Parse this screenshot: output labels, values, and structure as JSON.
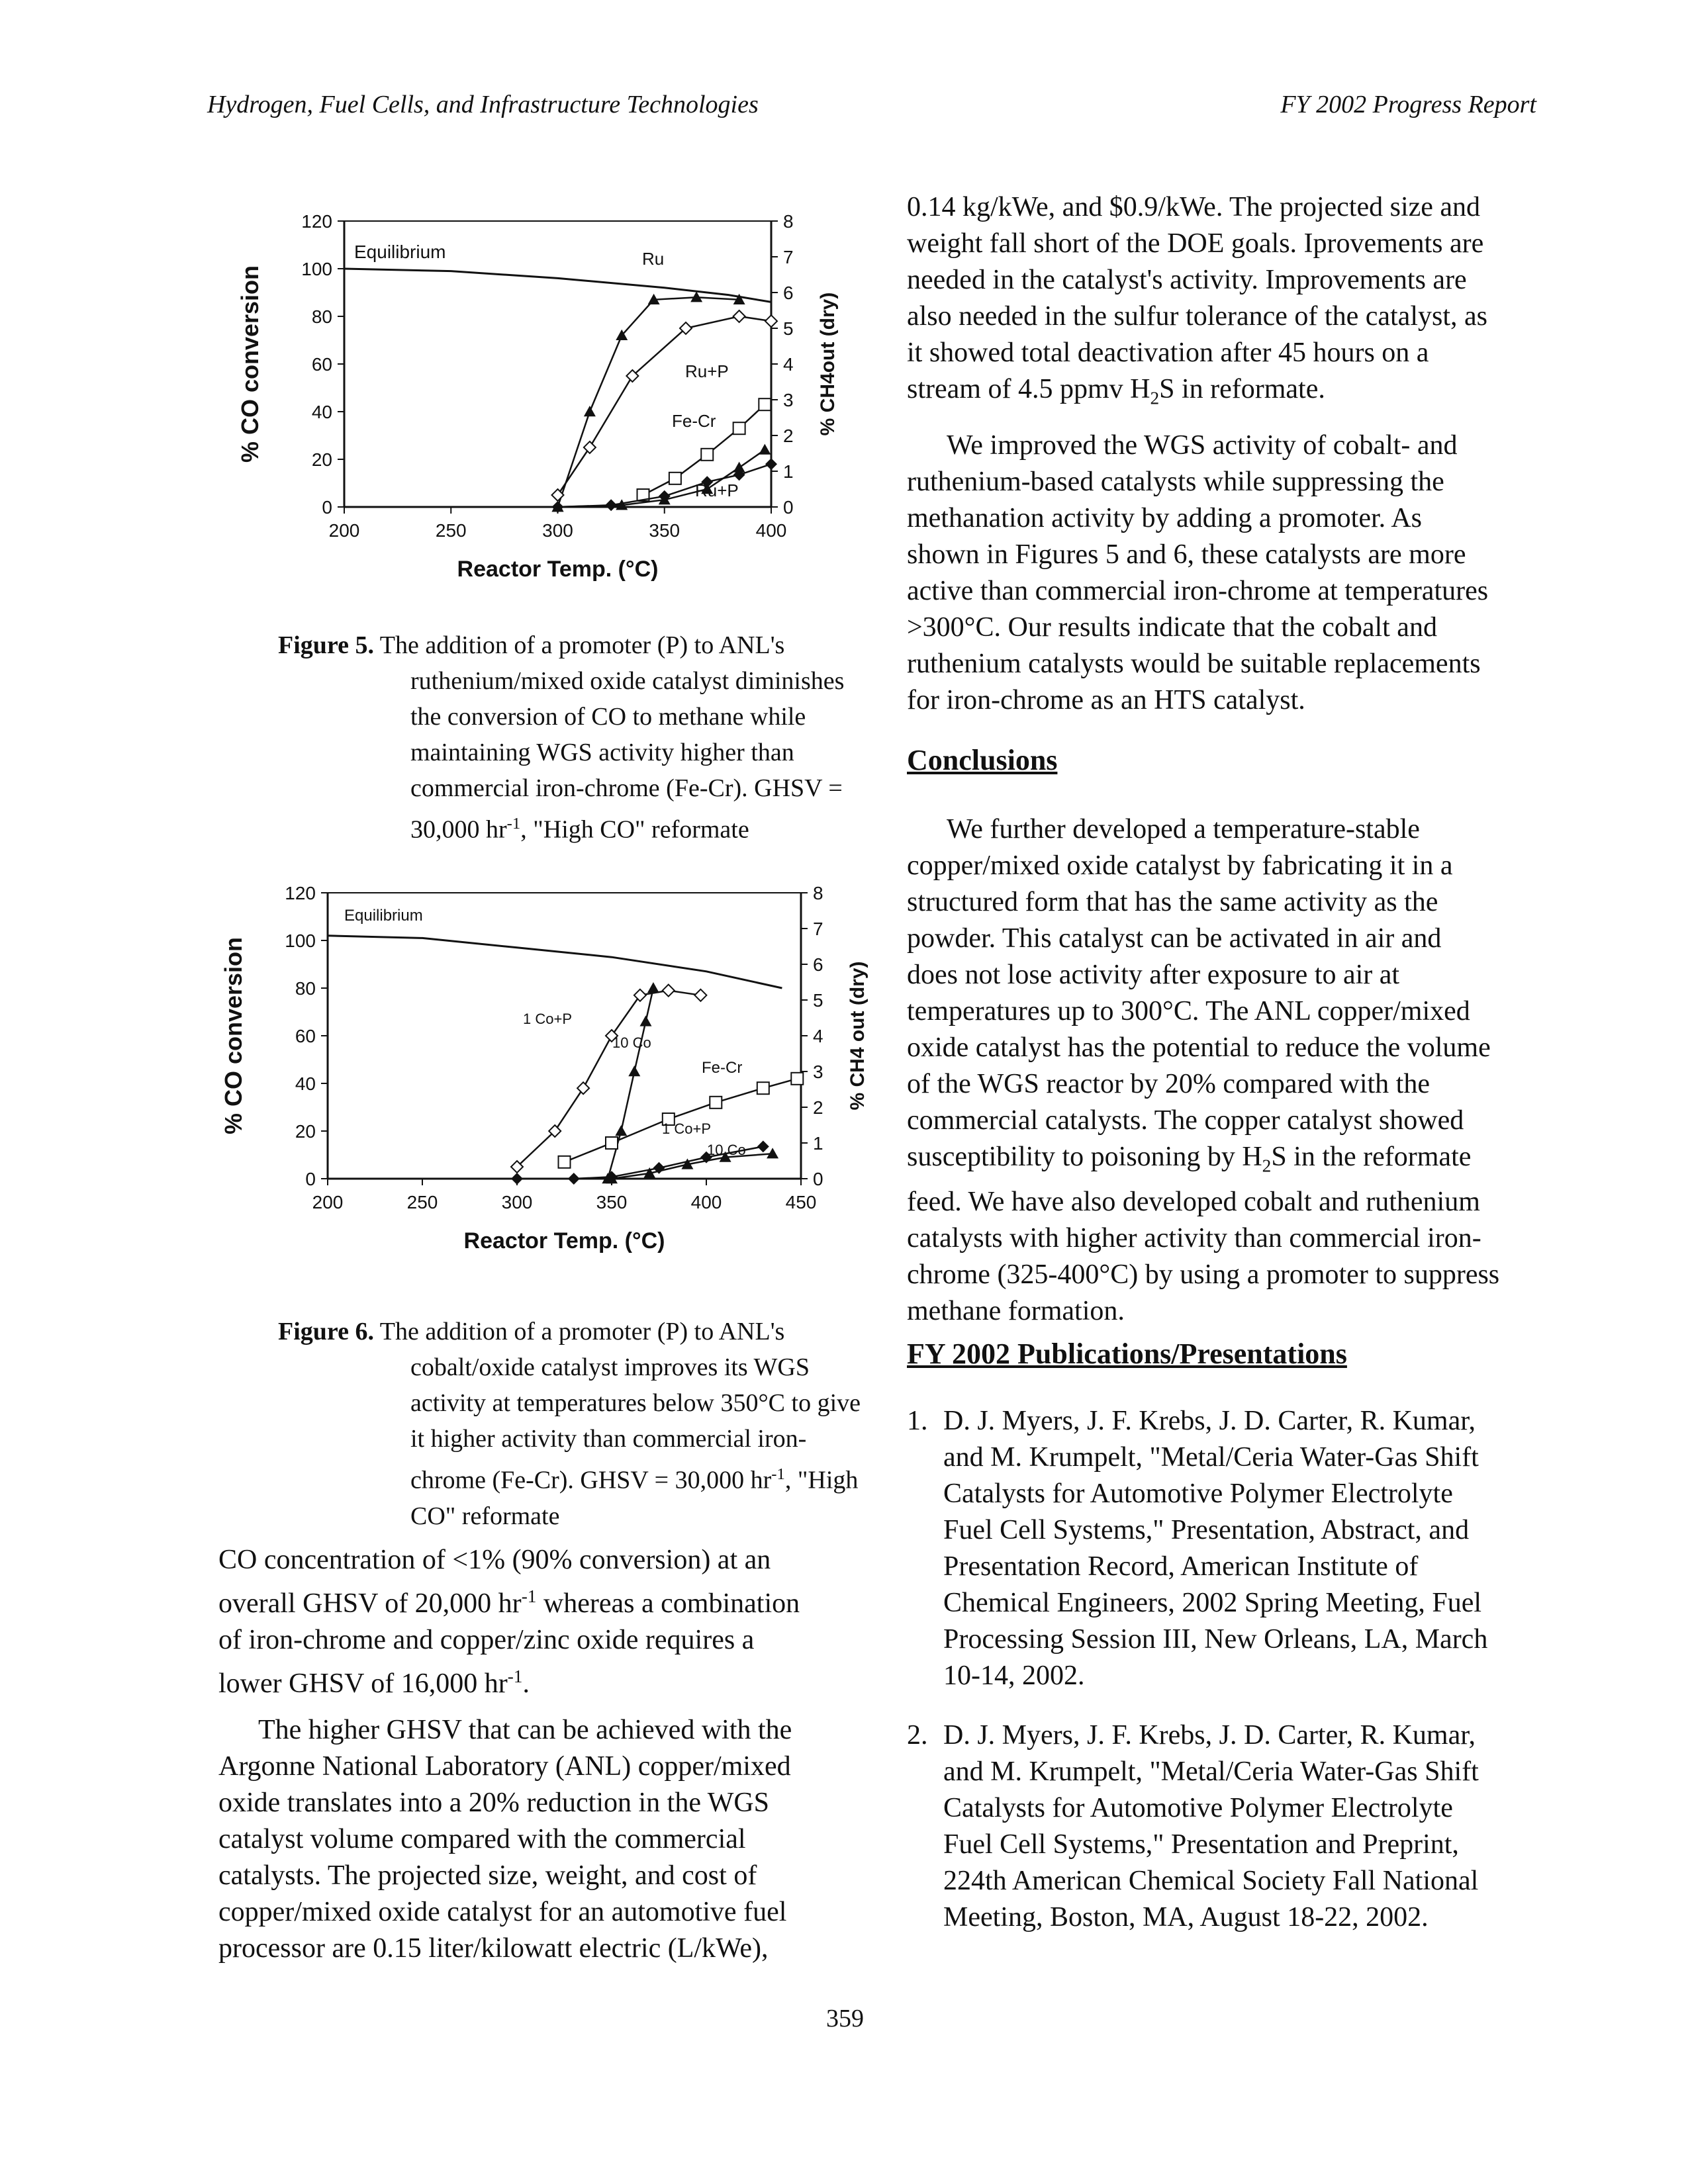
{
  "header": {
    "left": "Hydrogen, Fuel Cells, and Infrastructure Technologies",
    "right": "FY 2002 Progress Report"
  },
  "figure5": {
    "label": "Figure 5.",
    "caption_lines": [
      "The addition of a promoter (P) to ANL's",
      "ruthenium/mixed oxide catalyst diminishes",
      "the conversion of CO to methane while",
      "maintaining WGS activity higher than",
      "commercial iron-chrome (Fe-Cr).  GHSV ="
    ],
    "caption_last_pre": "30,000 hr",
    "caption_last_sup": "-1",
    "caption_last_post": ", \"High CO\" reformate",
    "chart_data": {
      "type": "line",
      "xlabel": "Reactor Temp. (°C)",
      "ylabel": "% CO conversion",
      "y2label": "% CH4out (dry)",
      "xlim": [
        200,
        400
      ],
      "ylim": [
        0,
        120
      ],
      "y2lim": [
        0,
        8
      ],
      "xticks": [
        "200",
        "250",
        "300",
        "350",
        "400"
      ],
      "yticks": [
        "0",
        "20",
        "40",
        "60",
        "80",
        "100",
        "120"
      ],
      "y2ticks": [
        "0",
        "1",
        "2",
        "3",
        "4",
        "5",
        "6",
        "7",
        "8"
      ],
      "series": [
        {
          "name": "Equilibrium",
          "axis": "left",
          "marker": "none",
          "points": [
            [
              200,
              100
            ],
            [
              250,
              99
            ],
            [
              300,
              96
            ],
            [
              350,
              92
            ],
            [
              380,
              89
            ],
            [
              400,
              86
            ]
          ]
        },
        {
          "name": "Ru",
          "axis": "left",
          "marker": "filled-triangle",
          "points": [
            [
              300,
              0
            ],
            [
              315,
              40
            ],
            [
              330,
              72
            ],
            [
              345,
              87
            ],
            [
              365,
              88
            ],
            [
              385,
              87
            ]
          ]
        },
        {
          "name": "Ru+P",
          "axis": "left",
          "marker": "open-diamond",
          "points": [
            [
              300,
              5
            ],
            [
              315,
              25
            ],
            [
              335,
              55
            ],
            [
              360,
              75
            ],
            [
              385,
              80
            ],
            [
              400,
              78
            ]
          ]
        },
        {
          "name": "Fe-Cr",
          "axis": "left",
          "marker": "open-square",
          "points": [
            [
              340,
              5
            ],
            [
              355,
              12
            ],
            [
              370,
              22
            ],
            [
              385,
              33
            ],
            [
              397,
              43
            ]
          ]
        },
        {
          "name": "Ru",
          "axis": "right",
          "marker": "filled-triangle",
          "points": [
            [
              300,
              0
            ],
            [
              330,
              0.05
            ],
            [
              350,
              0.2
            ],
            [
              370,
              0.5
            ],
            [
              385,
              1.1
            ],
            [
              397,
              1.6
            ]
          ]
        },
        {
          "name": "Ru+P",
          "axis": "right",
          "marker": "filled-diamond",
          "points": [
            [
              300,
              0
            ],
            [
              325,
              0.05
            ],
            [
              350,
              0.3
            ],
            [
              370,
              0.7
            ],
            [
              385,
              0.9
            ],
            [
              400,
              1.2
            ]
          ]
        }
      ],
      "annotations": [
        "Equilibrium",
        "Ru",
        "Ru+P",
        "Fe-Cr",
        "Ru+P"
      ]
    }
  },
  "figure6": {
    "label": "Figure 6.",
    "caption_lines": [
      "The addition of a promoter (P) to ANL's",
      "cobalt/oxide catalyst improves its WGS",
      "activity at temperatures below 350°C to give",
      "it higher activity than commercial iron-"
    ],
    "caption_line5_pre": "chrome (Fe-Cr).  GHSV = 30,000 hr",
    "caption_line5_sup": "-1",
    "caption_line5_post": ", \"High",
    "caption_line6": "CO\" reformate",
    "chart_data": {
      "type": "line",
      "xlabel": "Reactor Temp. (°C)",
      "ylabel": "% CO conversion",
      "y2label": "% CH4 out (dry)",
      "xlim": [
        200,
        450
      ],
      "ylim": [
        0,
        120
      ],
      "y2lim": [
        0,
        8
      ],
      "xticks": [
        "200",
        "250",
        "300",
        "350",
        "400",
        "450"
      ],
      "yticks": [
        "0",
        "20",
        "40",
        "60",
        "80",
        "100",
        "120"
      ],
      "y2ticks": [
        "0",
        "1",
        "2",
        "3",
        "4",
        "5",
        "6",
        "7",
        "8"
      ],
      "series": [
        {
          "name": "Equilibrium",
          "axis": "left",
          "marker": "none",
          "points": [
            [
              200,
              102
            ],
            [
              250,
              101
            ],
            [
              300,
              97
            ],
            [
              350,
              93
            ],
            [
              400,
              87
            ],
            [
              440,
              80
            ]
          ]
        },
        {
          "name": "1 Co+P",
          "axis": "left",
          "marker": "open-diamond",
          "points": [
            [
              300,
              5
            ],
            [
              320,
              20
            ],
            [
              335,
              38
            ],
            [
              350,
              60
            ],
            [
              365,
              77
            ],
            [
              380,
              79
            ],
            [
              397,
              77
            ]
          ]
        },
        {
          "name": "10 Co",
          "axis": "left",
          "marker": "filled-triangle",
          "points": [
            [
              348,
              0
            ],
            [
              355,
              20
            ],
            [
              362,
              45
            ],
            [
              368,
              66
            ],
            [
              372,
              80
            ]
          ]
        },
        {
          "name": "Fe-Cr",
          "axis": "left",
          "marker": "open-square",
          "points": [
            [
              325,
              7
            ],
            [
              350,
              15
            ],
            [
              380,
              25
            ],
            [
              405,
              32
            ],
            [
              430,
              38
            ],
            [
              448,
              42
            ]
          ]
        },
        {
          "name": "1 Co+P",
          "axis": "right",
          "marker": "filled-diamond",
          "points": [
            [
              300,
              0
            ],
            [
              330,
              0
            ],
            [
              350,
              0.05
            ],
            [
              375,
              0.3
            ],
            [
              400,
              0.6
            ],
            [
              430,
              0.9
            ]
          ]
        },
        {
          "name": "10 Co",
          "axis": "right",
          "marker": "filled-triangle",
          "points": [
            [
              350,
              0
            ],
            [
              370,
              0.15
            ],
            [
              390,
              0.4
            ],
            [
              410,
              0.6
            ],
            [
              435,
              0.7
            ]
          ]
        }
      ],
      "annotations": [
        "Equilibrium",
        "1 Co+P",
        "10 Co",
        "Fe-Cr",
        "1 Co+P",
        "10 Co"
      ]
    }
  },
  "left_col": {
    "p1_l1": "CO concentration of <1% (90% conversion) at an",
    "p1_l2_pre": "overall GHSV of 20,000 hr",
    "p1_l2_sup": "-1",
    "p1_l2_post": " whereas a combination",
    "p1_l3": "of iron-chrome and copper/zinc oxide requires a",
    "p1_l4_pre": "lower GHSV of 16,000 hr",
    "p1_l4_sup": "-1",
    "p1_l4_post": ".",
    "p2": [
      "The higher GHSV that can be achieved with the",
      "Argonne National Laboratory (ANL) copper/mixed",
      "oxide translates into a 20% reduction in the WGS",
      "catalyst volume compared with the commercial",
      "catalysts.  The projected size, weight, and cost of",
      "copper/mixed oxide catalyst for an automotive fuel",
      "processor are 0.15 liter/kilowatt electric (L/kWe),"
    ]
  },
  "right_col": {
    "p1_lines": [
      "0.14 kg/kWe, and $0.9/kWe.  The projected size and",
      "weight fall short of the DOE goals.  Iprovements are",
      "needed in the catalyst's activity.  Improvements are",
      "also needed in the sulfur tolerance of the catalyst, as",
      "it showed total deactivation after 45 hours on a"
    ],
    "p1_last_pre": "stream of 4.5 ppmv H",
    "p1_last_sub": "2",
    "p1_last_post": "S in reformate.",
    "p2": [
      "We improved the WGS activity of cobalt- and",
      "ruthenium-based catalysts while suppressing the",
      "methanation activity by adding a promoter.  As",
      "shown in Figures 5 and 6, these catalysts are more",
      "active than commercial iron-chrome at temperatures",
      ">300°C.  Our results indicate that the cobalt and",
      "ruthenium catalysts would be suitable replacements",
      "for iron-chrome as an HTS catalyst."
    ],
    "conclusions_heading": "Conclusions",
    "c_lines": [
      "We further developed a temperature-stable",
      "copper/mixed oxide catalyst by fabricating it in a",
      "structured form that has the same activity as the",
      "powder.  This catalyst can be activated in air and",
      "does not lose activity after exposure to air at",
      "temperatures up to 300°C.  The ANL copper/mixed",
      "oxide catalyst has the potential to reduce the volume",
      "of the WGS reactor by 20% compared with the",
      "commercial catalysts.  The copper catalyst showed"
    ],
    "c_l10_pre": "susceptibility to poisoning by H",
    "c_l10_sub": "2",
    "c_l10_post": "S in the reformate",
    "c_tail": [
      "feed.  We have also developed cobalt and ruthenium",
      "catalysts with higher activity than commercial iron-",
      "chrome (325-400°C) by using a promoter to suppress",
      "methane formation."
    ],
    "pubs_heading": "FY 2002 Publications/Presentations",
    "pubs": [
      {
        "num": "1.",
        "lines": [
          "D. J. Myers, J. F. Krebs, J. D. Carter, R. Kumar,",
          "and M. Krumpelt, \"Metal/Ceria Water-Gas Shift",
          "Catalysts for Automotive Polymer Electrolyte",
          "Fuel Cell Systems,\" Presentation, Abstract, and",
          "Presentation Record, American Institute of",
          "Chemical Engineers, 2002 Spring Meeting, Fuel",
          "Processing Session III, New Orleans, LA, March",
          "10-14, 2002."
        ]
      },
      {
        "num": "2.",
        "lines": [
          "D. J. Myers, J. F. Krebs, J. D. Carter, R. Kumar,",
          "and M. Krumpelt, \"Metal/Ceria Water-Gas Shift",
          "Catalysts for Automotive Polymer Electrolyte",
          "Fuel Cell Systems,\" Presentation and Preprint,",
          "224th American Chemical Society Fall National",
          "Meeting, Boston, MA, August 18-22, 2002."
        ]
      }
    ]
  },
  "page_number": "359"
}
